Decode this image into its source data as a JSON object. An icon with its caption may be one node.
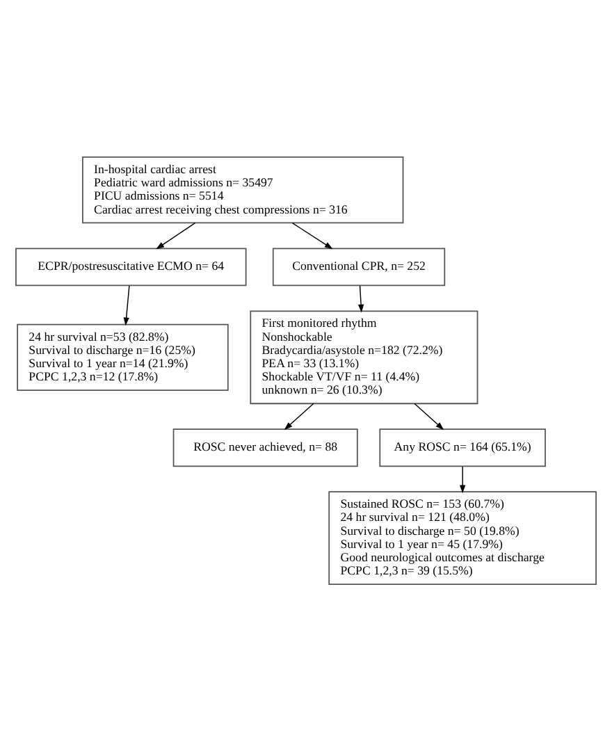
{
  "diagram": {
    "nodes": [
      {
        "text": [
          "In-hospital cardiac arrest",
          "Pediatric ward admissions n= 35497",
          "PICU admissions n= 5514",
          "Cardiac arrest receiving chest compressions n= 316"
        ]
      },
      {
        "text": [
          "ECPR/postresuscitative ECMO n= 64"
        ]
      },
      {
        "text": [
          "24 hr survival n=53 (82.8%)",
          "Survival to discharge n=16 (25%)",
          "Survival to 1 year n=14 (21.9%)",
          "PCPC 1,2,3 n=12 (17.8%)"
        ]
      },
      {
        "text": [
          "Conventional CPR, n= 252"
        ]
      },
      {
        "text": [
          "First monitored rhythm",
          "Nonshockable",
          "Bradycardia/asystole n=182 (72.2%)",
          "PEA n= 33 (13.1%)",
          "Shockable VT/VF n= 11 (4.4%)",
          "unknown n= 26 (10.3%)"
        ]
      },
      {
        "text": [
          "ROSC never achieved, n= 88"
        ]
      },
      {
        "text": [
          "Any ROSC n= 164 (65.1%)"
        ]
      },
      {
        "text": [
          "Sustained ROSC n= 153 (60.7%)",
          "24 hr survival n= 121 (48.0%)",
          "Survival to discharge n= 50 (19.8%)",
          "Survival to 1 year n= 45 (17.9%)",
          "Good neurological outcomes at discharge",
          "PCPC 1,2,3 n= 39 (15.5%)"
        ]
      }
    ],
    "edges": [
      {
        "from": 0,
        "to": 1,
        "arrow": "to"
      },
      {
        "from": 1,
        "to": 2,
        "arrow": "to"
      },
      {
        "from": 0,
        "to": 3,
        "arrow": "to"
      },
      {
        "from": 3,
        "to": 4,
        "arrow": "to"
      },
      {
        "from": 4,
        "to": 5,
        "arrow": "to"
      },
      {
        "from": 4,
        "to": 6,
        "arrow": "to"
      },
      {
        "from": 6,
        "to": 7,
        "arrow": "to"
      }
    ]
  }
}
